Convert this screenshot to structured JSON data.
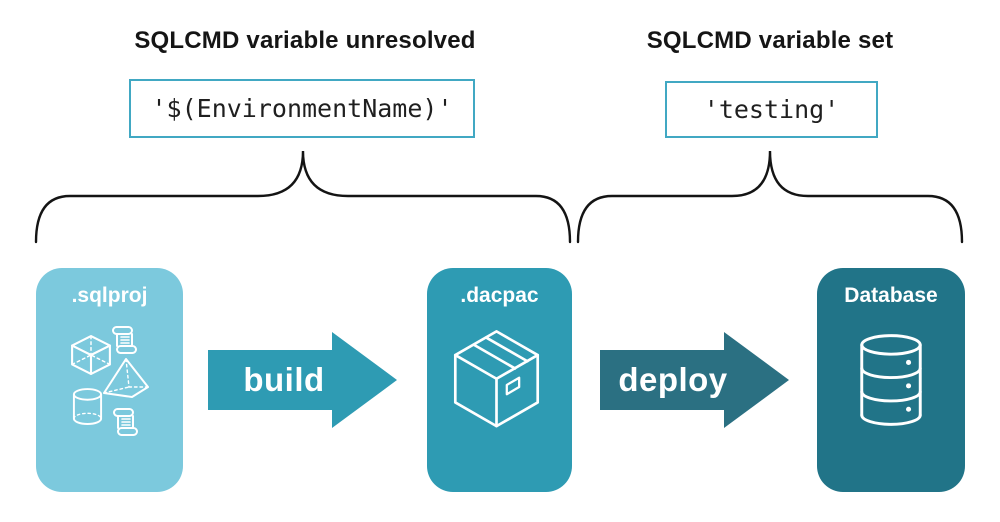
{
  "annotations": {
    "unresolved": {
      "heading": "SQLCMD variable unresolved",
      "code": "'$(EnvironmentName)'"
    },
    "set": {
      "heading": "SQLCMD variable set",
      "code": "'testing'"
    }
  },
  "pipeline": {
    "stages": [
      {
        "id": "sqlproj",
        "label": ".sqlproj",
        "icon": "sql-objects-icon",
        "color": "#7cc9dd"
      },
      {
        "id": "dacpac",
        "label": ".dacpac",
        "icon": "package-icon",
        "color": "#2e9bb3"
      },
      {
        "id": "database",
        "label": "Database",
        "icon": "database-icon",
        "color": "#217488"
      }
    ],
    "arrows": [
      {
        "id": "build",
        "label": "build",
        "color": "#2e9bb3"
      },
      {
        "id": "deploy",
        "label": "deploy",
        "color": "#2b7082"
      }
    ]
  },
  "colors": {
    "background": "#ffffff",
    "heading_text": "#151515",
    "code_text": "#1f1f1f",
    "code_box_border": "#41a8c3",
    "brace_stroke": "#141414",
    "icon_stroke": "#ffffff"
  }
}
